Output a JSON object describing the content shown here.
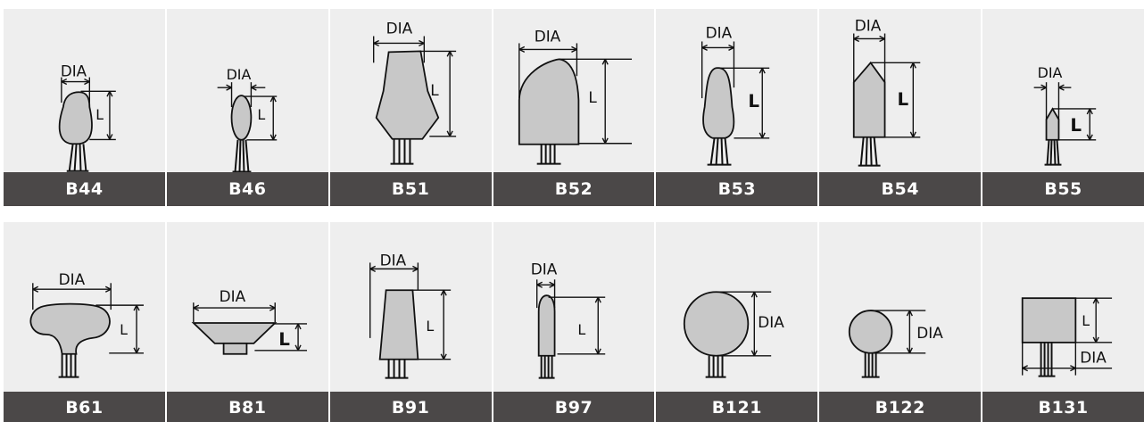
{
  "colors": {
    "tile_background": "#eeeeee",
    "label_bar": "#4b4848",
    "label_text": "#ffffff",
    "tool_fill": "#c8c8c8",
    "outline": "#111111"
  },
  "dimension_labels": {
    "diameter": "DIA",
    "length": "L"
  },
  "rows": [
    {
      "items": [
        {
          "code": "B44",
          "shape": "tree-rounded"
        },
        {
          "code": "B46",
          "shape": "oval"
        },
        {
          "code": "B51",
          "shape": "cone-hex"
        },
        {
          "code": "B52",
          "shape": "ogive"
        },
        {
          "code": "B53",
          "shape": "tree-rounded"
        },
        {
          "code": "B54",
          "shape": "pointed-cylinder"
        },
        {
          "code": "B55",
          "shape": "small-pointed"
        }
      ]
    },
    {
      "items": [
        {
          "code": "B61",
          "shape": "mushroom"
        },
        {
          "code": "B81",
          "shape": "inverted-cone"
        },
        {
          "code": "B91",
          "shape": "taper"
        },
        {
          "code": "B97",
          "shape": "bullet"
        },
        {
          "code": "B121",
          "shape": "ball"
        },
        {
          "code": "B122",
          "shape": "small-ball"
        },
        {
          "code": "B131",
          "shape": "square"
        }
      ]
    }
  ]
}
